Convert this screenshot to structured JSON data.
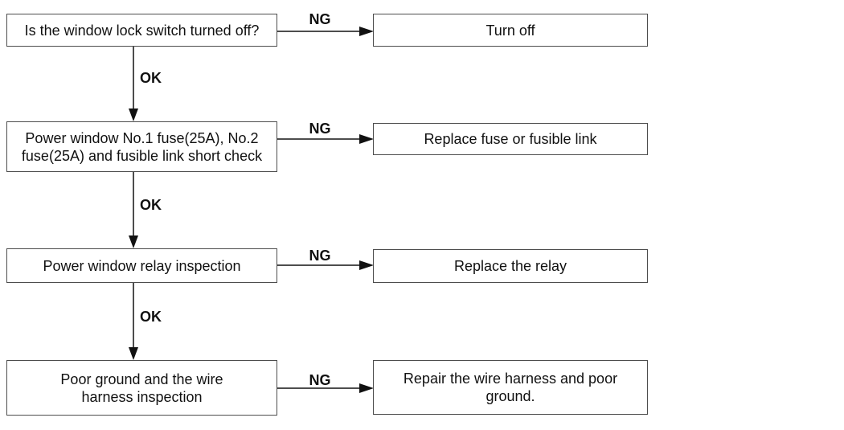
{
  "diagram_type": "troubleshooting-flowchart",
  "labels": {
    "ng": "NG",
    "ok": "OK"
  },
  "colors": {
    "background": "#ffffff",
    "box_border": "#4d4d4d",
    "connector_line": "#4d4d4d",
    "arrowhead": "#111111",
    "text": "#111111"
  },
  "steps": [
    {
      "check": "Is the window lock switch turned off?",
      "ng_action": "Turn off"
    },
    {
      "check": "Power window No.1 fuse(25A), No.2 fuse(25A) and fusible link short check",
      "ng_action": "Replace fuse or fusible link"
    },
    {
      "check": "Power window relay inspection",
      "ng_action": "Replace the relay"
    },
    {
      "check": "Poor ground and the wire harness inspection",
      "ng_action": "Repair the wire harness and poor ground."
    }
  ]
}
